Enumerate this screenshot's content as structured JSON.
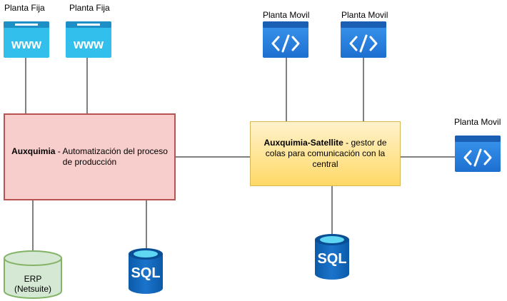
{
  "fixed_plants": [
    {
      "label": "Planta Fija",
      "icon": "www-icon",
      "icon_text": "www"
    },
    {
      "label": "Planta Fija",
      "icon": "www-icon",
      "icon_text": "www"
    }
  ],
  "mobile_plants": [
    {
      "label": "Planta Movil",
      "icon": "code-icon"
    },
    {
      "label": "Planta Movil",
      "icon": "code-icon"
    },
    {
      "label": "Planta Movil",
      "icon": "code-icon"
    }
  ],
  "main_system": {
    "name": "Auxquimia",
    "description": " - Automatización del proceso de producción"
  },
  "satellite_system": {
    "name": "Auxquimia-Satellite",
    "description": " - gestor de colas para comunicación con la central"
  },
  "erp": {
    "line1": "ERP",
    "line2": "(Netsuite)"
  },
  "databases": [
    {
      "label": "SQL",
      "icon": "sql-database-icon"
    },
    {
      "label": "SQL",
      "icon": "sql-database-icon"
    }
  ],
  "colors": {
    "main_fill": "#f8cecc",
    "main_stroke": "#b85450",
    "satellite_fill": "#fff2cc",
    "satellite_stroke": "#d6b656",
    "erp_fill": "#d5e8d4",
    "erp_stroke": "#82b366",
    "web_icon": "#32bfec",
    "code_icon": "#2c87e3",
    "sql_icon": "#0a62b8"
  }
}
